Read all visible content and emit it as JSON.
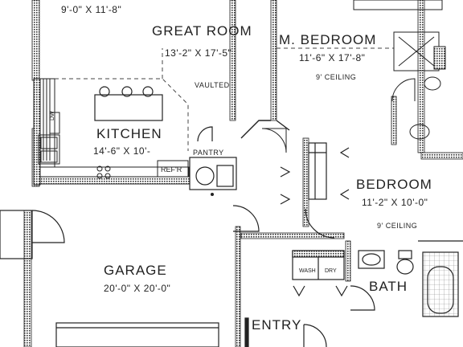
{
  "rooms": {
    "top_left_dim": "9'-0\" X 11'-8\"",
    "great_room": {
      "name": "GREAT ROOM",
      "size": "13'-2\" X 17'-5\""
    },
    "vaulted": "VAULTED",
    "master_bedroom": {
      "name": "M. BEDROOM",
      "size": "11'-6\" X 17'-8\"",
      "ceiling": "9' CEILING"
    },
    "kitchen": {
      "name": "KITCHEN",
      "size": "14'-6\" X 10'-"
    },
    "pantry": "PANTRY",
    "dishwasher": "DW",
    "refrigerator": "REF'R",
    "bedroom": {
      "name": "BEDROOM",
      "size": "11'-2\" X 10'-0\"",
      "ceiling": "9' CEILING"
    },
    "garage": {
      "name": "GARAGE",
      "size": "20'-0\" X 20'-0\""
    },
    "washer": "WASH",
    "dryer": "DRY",
    "bath": "BATH",
    "entry": "ENTRY"
  }
}
